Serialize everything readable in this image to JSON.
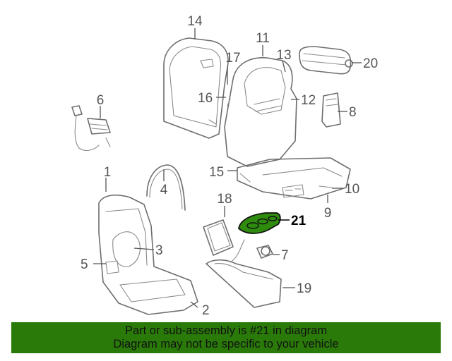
{
  "callouts": {
    "c1": "1",
    "c2": "2",
    "c3": "3",
    "c4": "4",
    "c5": "5",
    "c6": "6",
    "c7": "7",
    "c8": "8",
    "c9": "9",
    "c10": "10",
    "c11": "11",
    "c12": "12",
    "c13": "13",
    "c14": "14",
    "c15": "15",
    "c16": "16",
    "c17": "17",
    "c18": "18",
    "c19": "19",
    "c20": "20",
    "c21": "21"
  },
  "highlighted_part": "21",
  "colors": {
    "highlight": "#2e8b0e",
    "banner": "#2a7a0a",
    "line": "#6e6e6e"
  },
  "banner": {
    "line1": "Part or sub-assembly is #21 in diagram",
    "line2": "Diagram may not be specific to your vehicle"
  }
}
